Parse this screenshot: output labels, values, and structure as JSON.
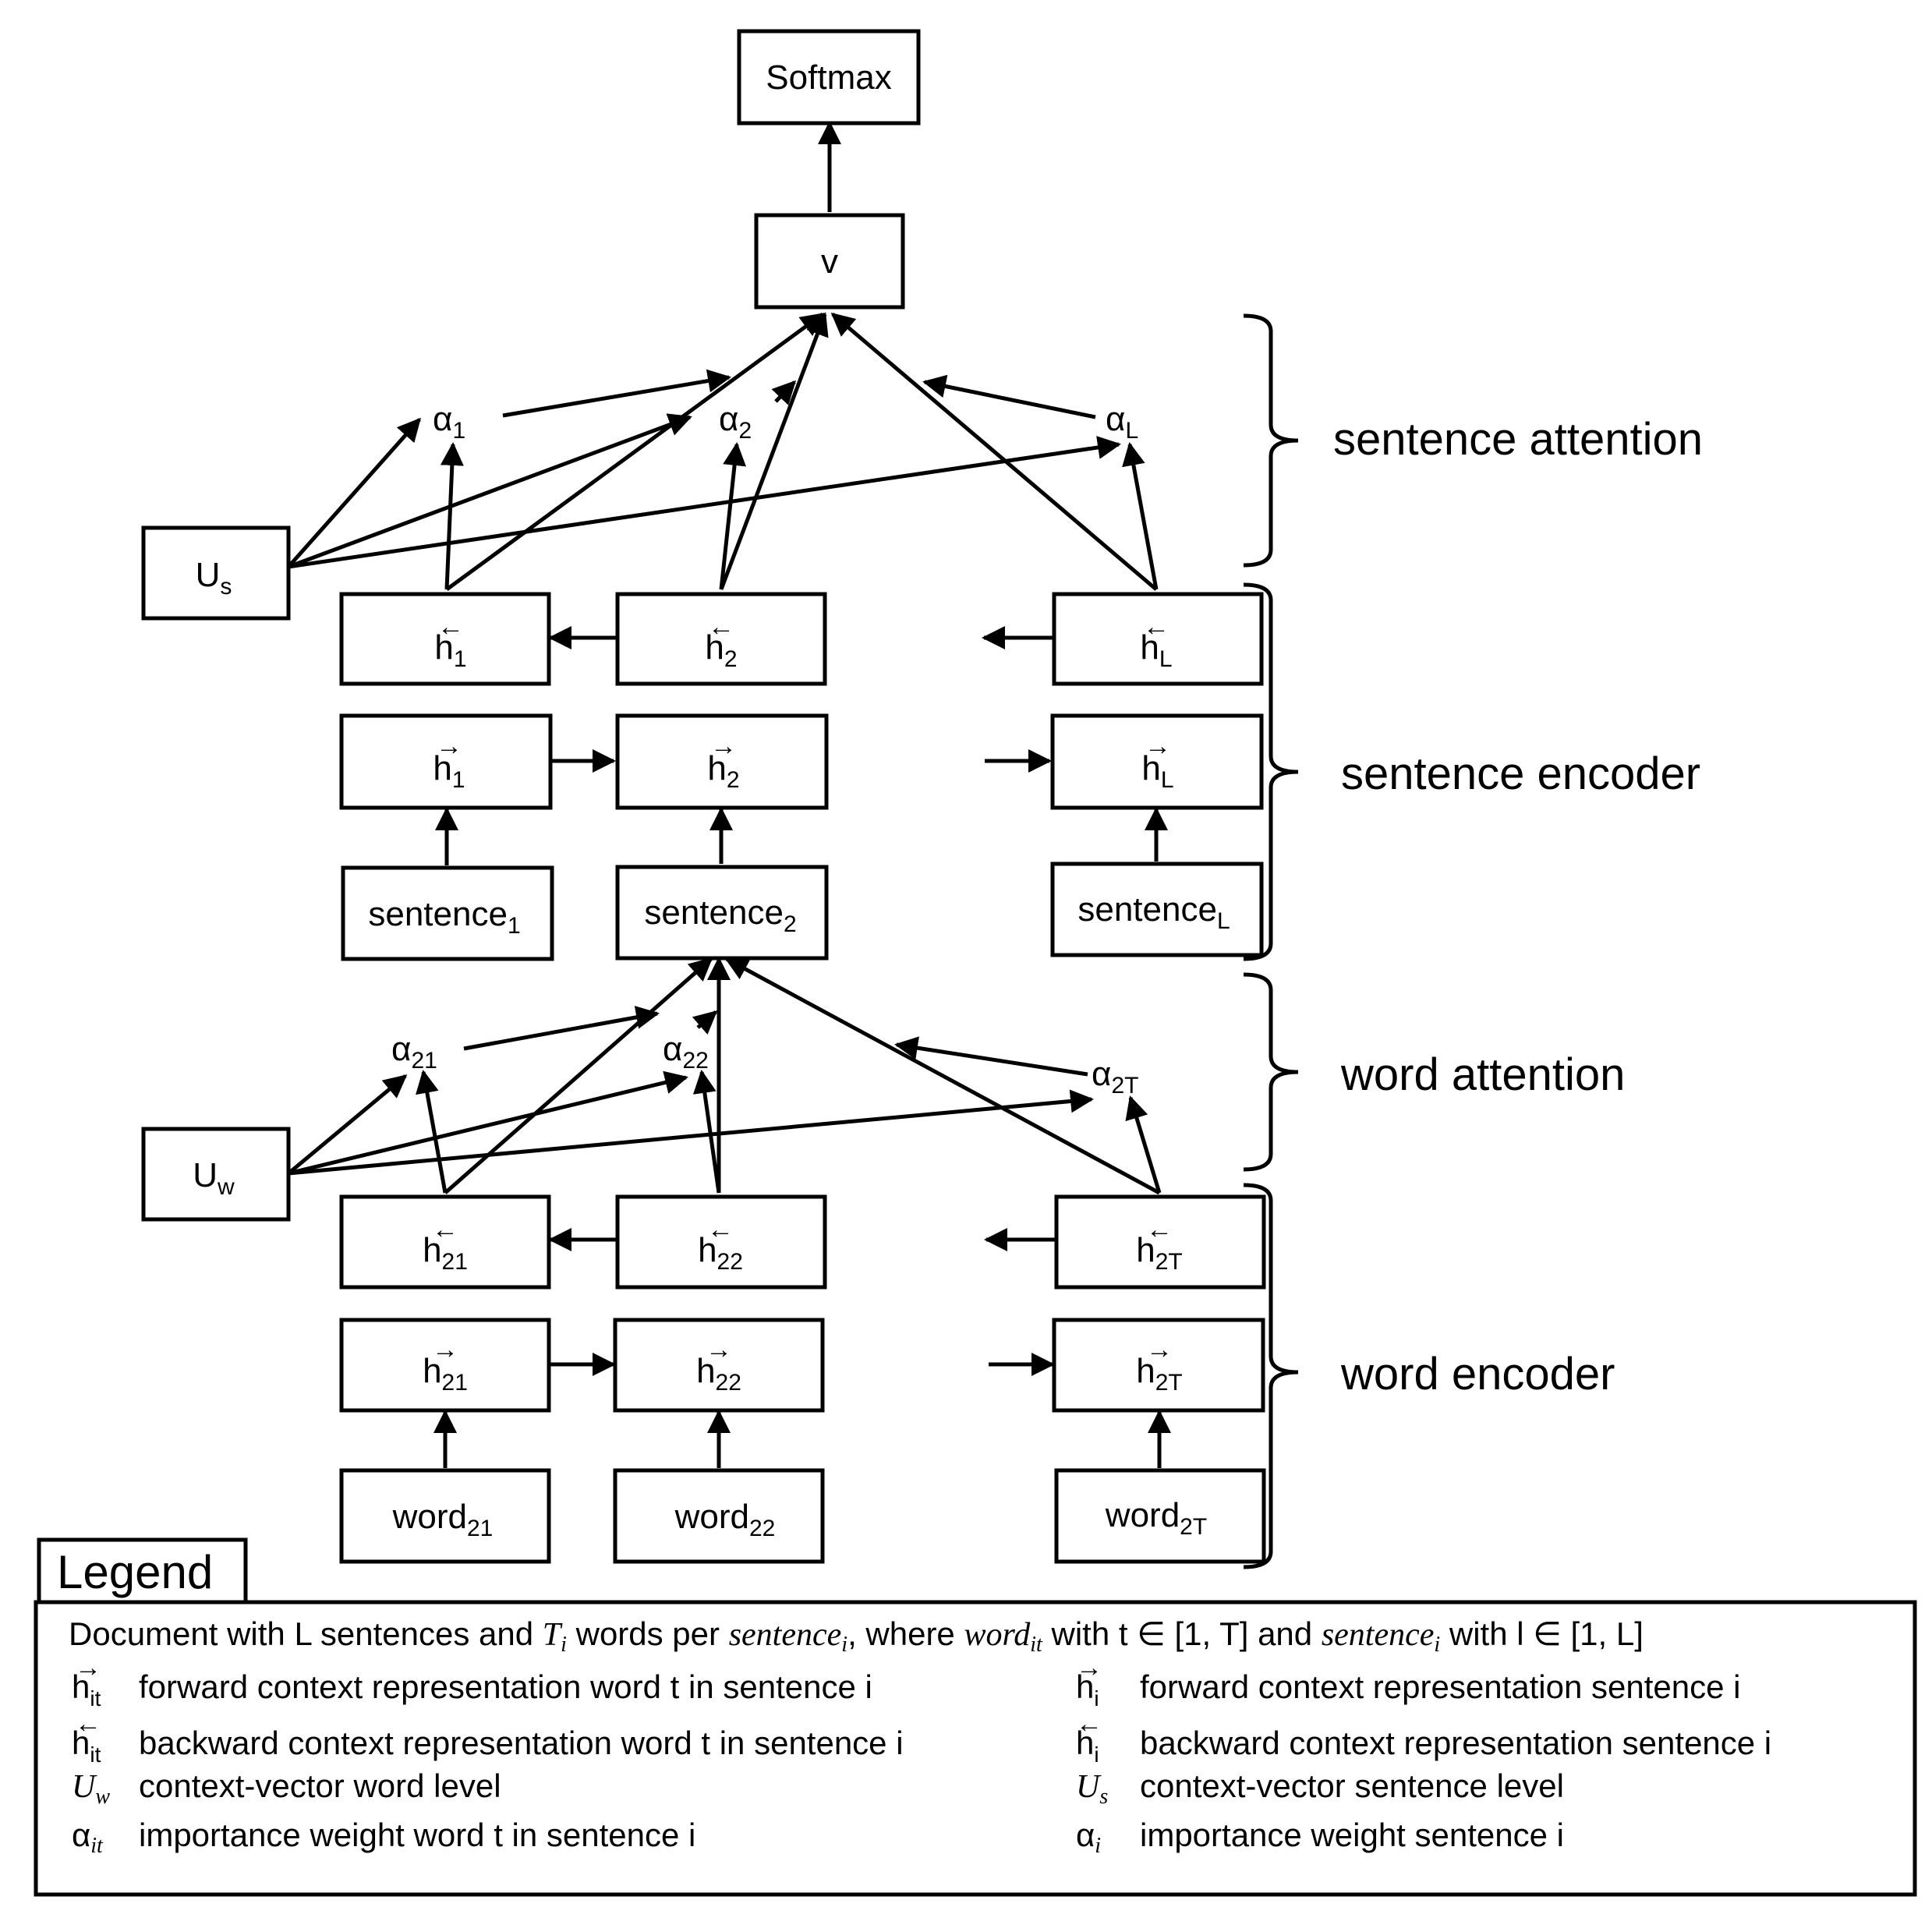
{
  "nodes": {
    "softmax": {
      "text": "Softmax"
    },
    "v": {
      "text": "v"
    },
    "us": {
      "base": "U",
      "sub": "s"
    },
    "uw": {
      "base": "U",
      "sub": "w"
    },
    "hb1": {
      "over": "←",
      "base": "h",
      "sub": "1"
    },
    "hb2": {
      "over": "←",
      "base": "h",
      "sub": "2"
    },
    "hbL": {
      "over": "←",
      "base": "h",
      "sub": "L"
    },
    "hf1": {
      "over": "→",
      "base": "h",
      "sub": "1"
    },
    "hf2": {
      "over": "→",
      "base": "h",
      "sub": "2"
    },
    "hfL": {
      "over": "→",
      "base": "h",
      "sub": "L"
    },
    "sent1": {
      "base": "sentence",
      "sub": "1"
    },
    "sent2": {
      "base": "sentence",
      "sub": "2"
    },
    "sentL": {
      "base": "sentence",
      "sub": "L"
    },
    "hb21": {
      "over": "←",
      "base": "h",
      "sub": "21"
    },
    "hb22": {
      "over": "←",
      "base": "h",
      "sub": "22"
    },
    "hb2T": {
      "over": "←",
      "base": "h",
      "sub": "2T"
    },
    "hf21": {
      "over": "→",
      "base": "h",
      "sub": "21"
    },
    "hf22": {
      "over": "→",
      "base": "h",
      "sub": "22"
    },
    "hf2T": {
      "over": "→",
      "base": "h",
      "sub": "2T"
    },
    "word21": {
      "base": "word",
      "sub": "21"
    },
    "word22": {
      "base": "word",
      "sub": "22"
    },
    "word2T": {
      "base": "word",
      "sub": "2T"
    }
  },
  "alphas": {
    "a1": {
      "base": "α",
      "sub": "1"
    },
    "a2": {
      "base": "α",
      "sub": "2"
    },
    "aL": {
      "base": "α",
      "sub": "L"
    },
    "a21": {
      "base": "α",
      "sub": "21"
    },
    "a22": {
      "base": "α",
      "sub": "22"
    },
    "a2T": {
      "base": "α",
      "sub": "2T"
    }
  },
  "sections": {
    "sentence_attention": "sentence attention",
    "sentence_encoder": "sentence encoder",
    "word_attention": "word attention",
    "word_encoder": "word encoder"
  },
  "legend": {
    "title": "Legend",
    "intro": {
      "p1": "Document with L sentences and ",
      "Ti_base": "T",
      "Ti_sub": "i",
      "p2": " words per ",
      "sent_base": "sentence",
      "sent_sub": "i",
      "p3": ", where ",
      "word_base": "word",
      "word_sub": "it",
      "p4": " with t ∈ [1, T] and ",
      "sent2_base": "sentence",
      "sent2_sub": "i",
      "p5": " with l ∈ [1, L]"
    },
    "items": {
      "fwd_word": {
        "over": "→",
        "base": "h",
        "sub": "it",
        "text": "forward context representation word t in sentence i"
      },
      "bwd_word": {
        "over": "←",
        "base": "h",
        "sub": "it",
        "text": "backward context representation word t in sentence i"
      },
      "uw": {
        "base": "U",
        "sub": "w",
        "text": "context-vector word level"
      },
      "alpha_word": {
        "base": "α",
        "sub": "it",
        "text": "importance weight word t in sentence i"
      },
      "fwd_sent": {
        "over": "→",
        "base": "h",
        "sub": "i",
        "text": "forward context representation sentence i"
      },
      "bwd_sent": {
        "over": "←",
        "base": "h",
        "sub": "i",
        "text": "backward context representation sentence i"
      },
      "us": {
        "base": "U",
        "sub": "s",
        "text": "context-vector sentence level"
      },
      "alpha_sent": {
        "base": "α",
        "sub": "i",
        "text": "importance weight sentence i"
      }
    }
  }
}
